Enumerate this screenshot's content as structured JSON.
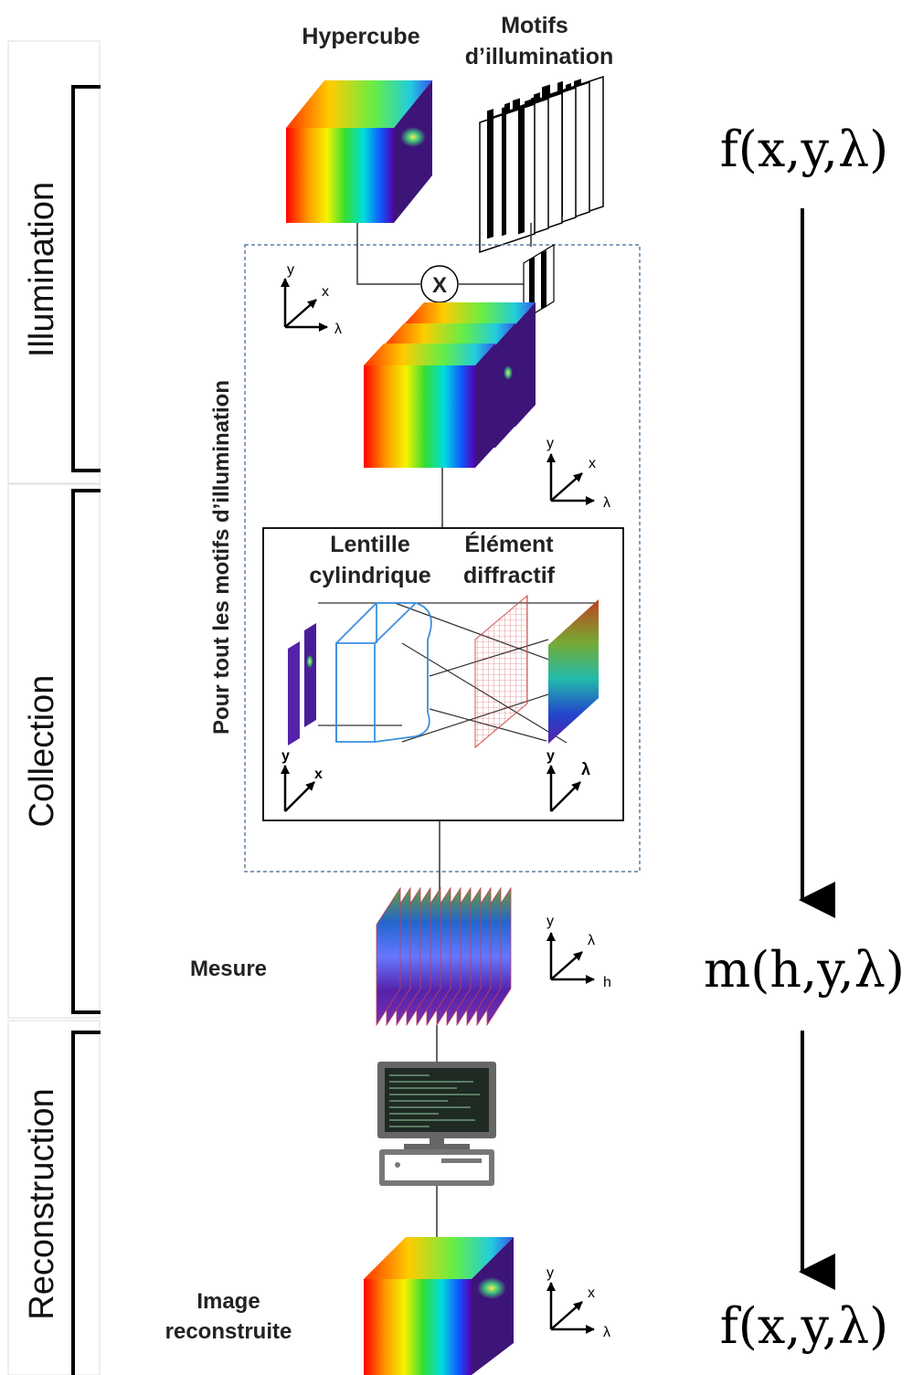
{
  "stages": {
    "illumination": "Illumination",
    "collection": "Collection",
    "reconstruction": "Reconstruction"
  },
  "labels": {
    "hypercube": "Hypercube",
    "motifs_line1": "Motifs",
    "motifs_line2": "d’illumination",
    "loop": "Pour tout les motifs d’illumination",
    "multiply": "X",
    "lens_line1": "Lentille",
    "lens_line2": "cylindrique",
    "diff_line1": "Élément",
    "diff_line2": "diffractif",
    "mesure": "Mesure",
    "image_line1": "Image",
    "image_line2": "reconstruite"
  },
  "axes": {
    "y": "y",
    "x": "x",
    "lambda": "λ",
    "h": "h"
  },
  "formulas": {
    "input": "f(x,y,λ)",
    "measure": "m(h,y,λ)",
    "output": "f(x,y,λ)"
  },
  "colors": {
    "spectrum": [
      "#ff0000",
      "#ff9900",
      "#ffff00",
      "#33dd33",
      "#00dddd",
      "#1155ff",
      "#5500aa"
    ],
    "cube_dark": "#3d1478",
    "dashed_box": "#5b7fa8",
    "lens": "#3c8fe0",
    "grid": "#d04040"
  },
  "icons": {
    "computer": "computer-icon",
    "pattern": "illumination-pattern-icon"
  }
}
